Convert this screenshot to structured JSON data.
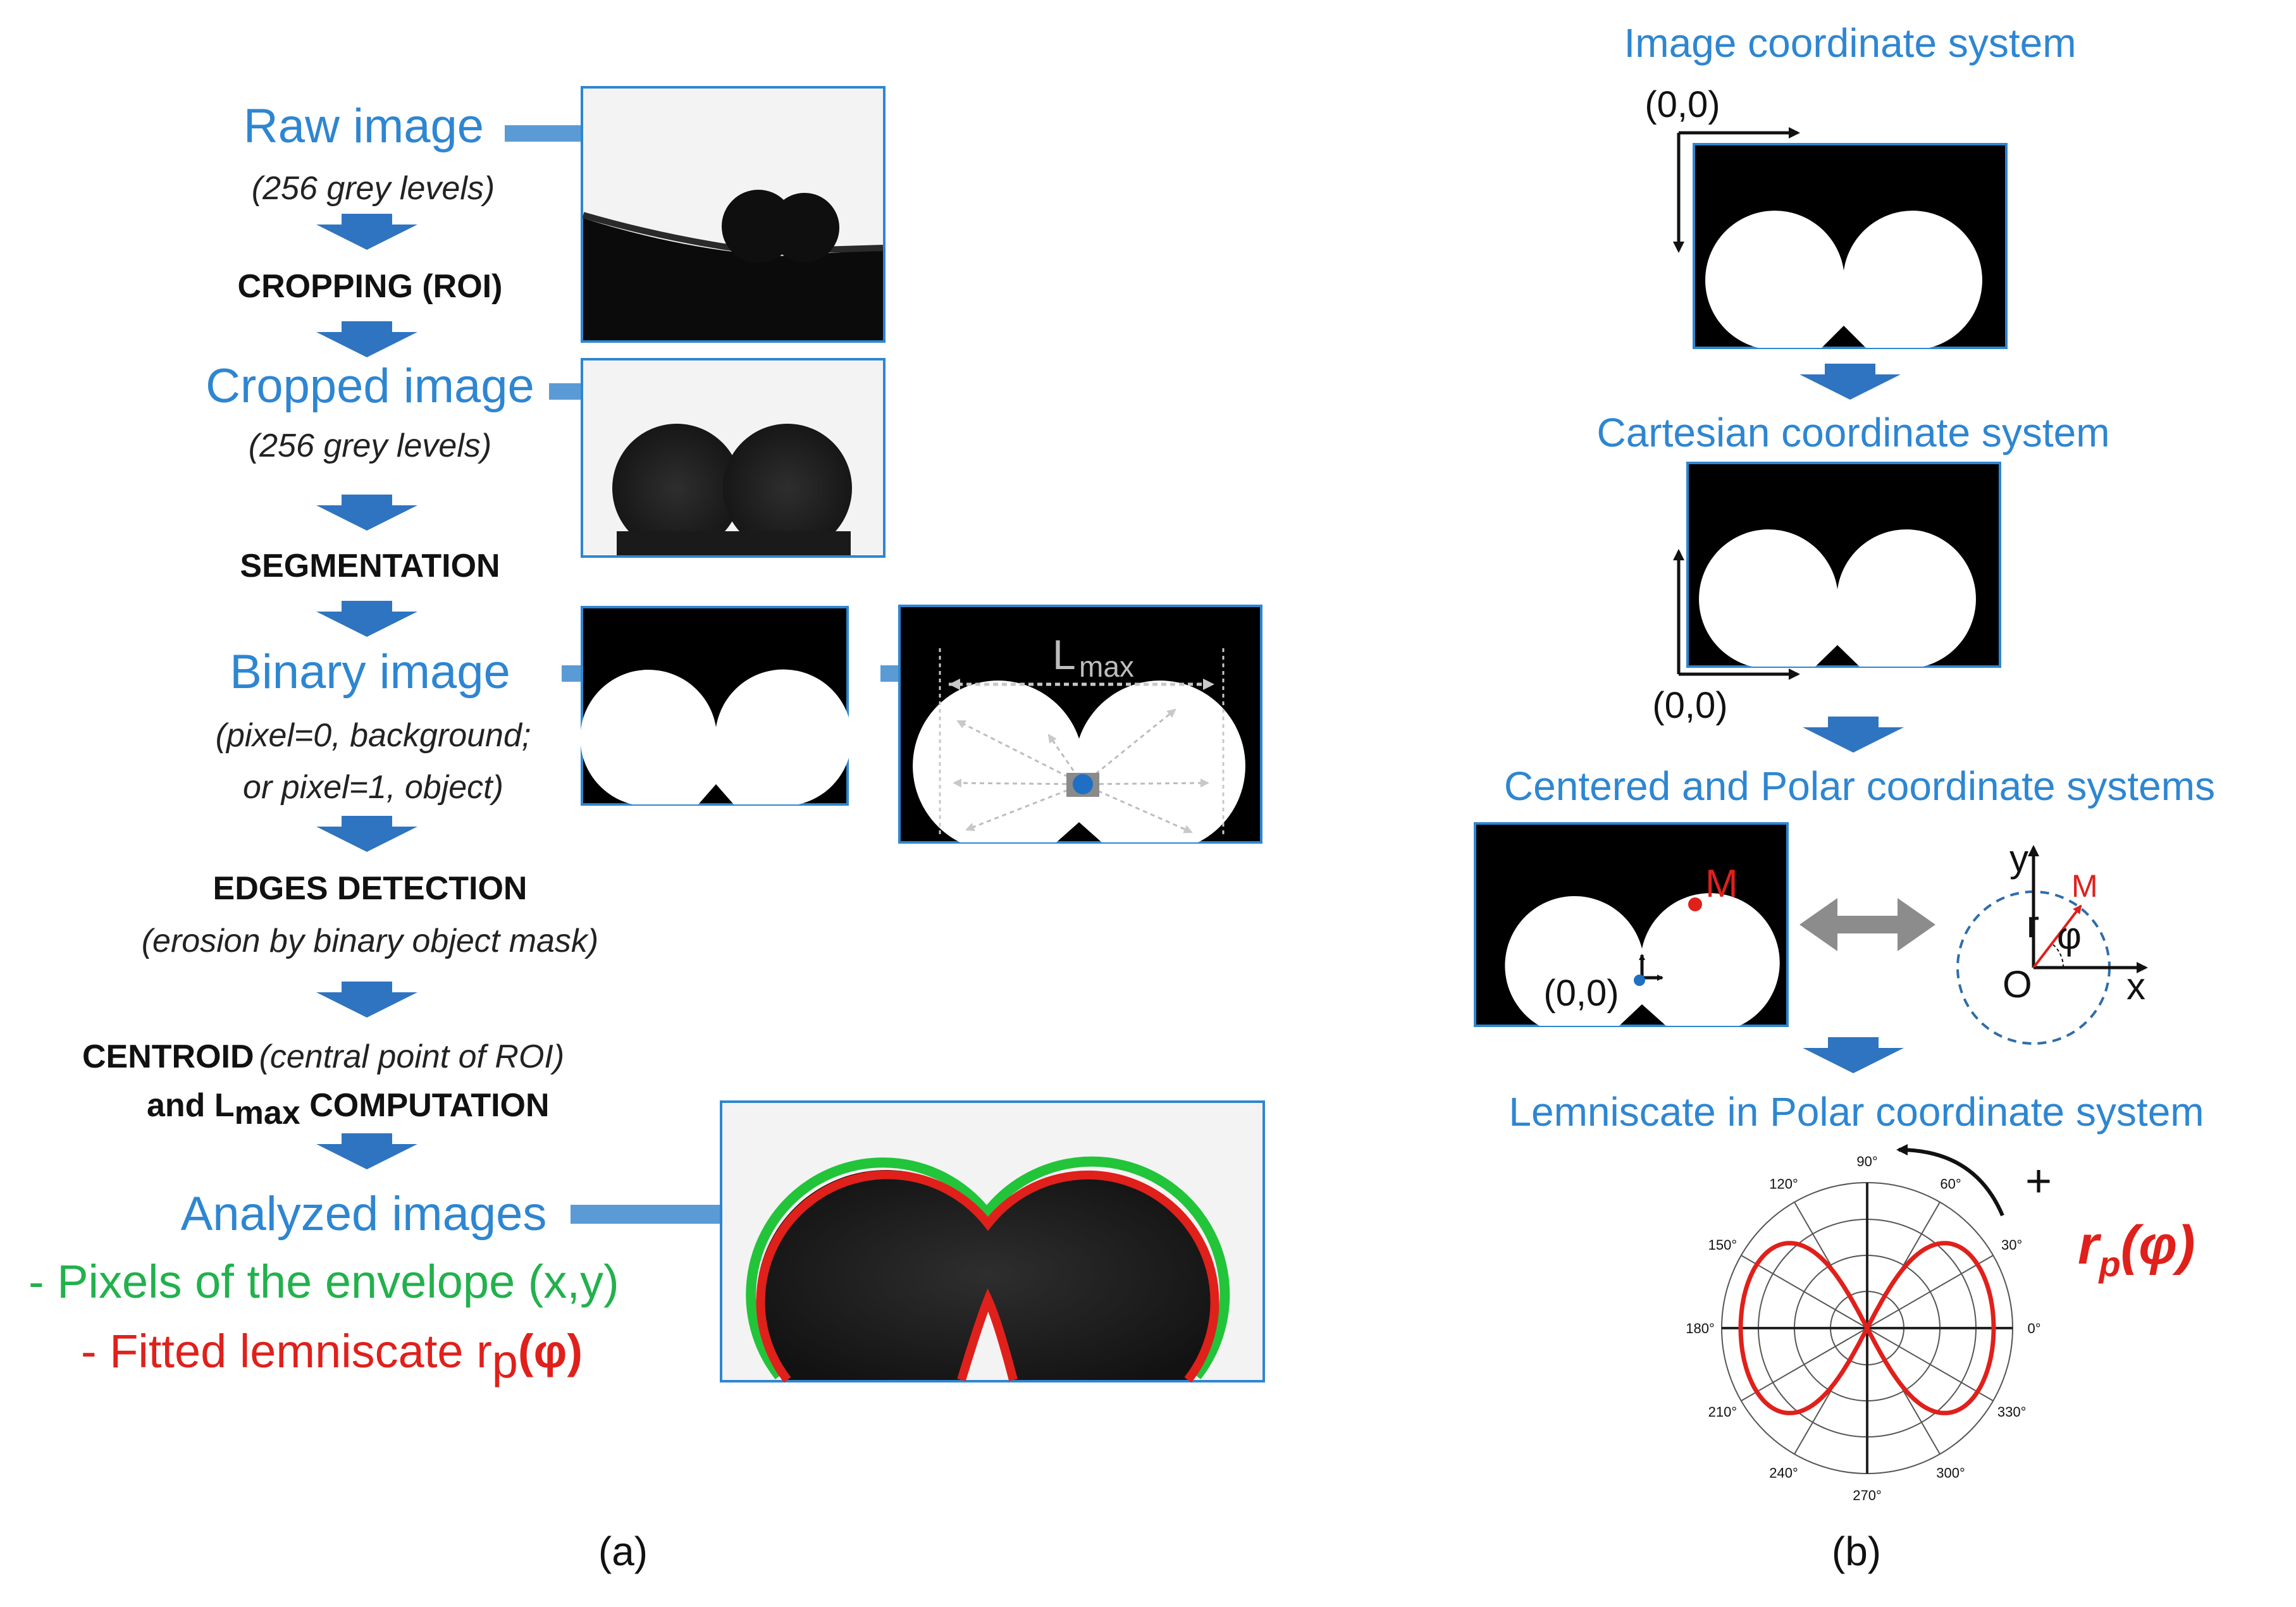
{
  "panel_a": {
    "raw_image": "Raw image",
    "raw_note": "(256 grey levels)",
    "cropping": "CROPPING (ROI)",
    "cropped_image": "Cropped image",
    "cropped_note": "(256 grey levels)",
    "segmentation": "SEGMENTATION",
    "binary_image": "Binary image",
    "binary_note_1": "(pixel=0, background;",
    "binary_note_2": "or pixel=1, object)",
    "lmax_main": "L",
    "lmax_sub": "max",
    "edges": "EDGES DETECTION",
    "edges_note": "(erosion by binary object mask)",
    "centroid": "CENTROID",
    "centroid_note": "(central point of ROI)",
    "and_l": "and L",
    "and_l_sub": "max",
    "computation": " COMPUTATION",
    "analyzed": "Analyzed images",
    "envelope": "- Pixels of the envelope (x,y)",
    "fitted": "- Fitted lemniscate r",
    "fitted_sub": "p",
    "fitted_arg": "(φ)",
    "caption": "(a)"
  },
  "panel_b": {
    "image_coord": "Image coordinate system",
    "origin_top": "(0,0)",
    "cartesian": "Cartesian coordinate system",
    "origin_bottom": "(0,0)",
    "centered": "Centered and Polar coordinate systems",
    "point_m": "M",
    "origin_center": "(0,0)",
    "axis_y": "y",
    "axis_x": "x",
    "label_r": "r",
    "label_phi": "φ",
    "label_o": "O",
    "label_m": "M",
    "lemniscate": "Lemniscate in Polar coordinate system",
    "plus": "+",
    "rp_main": "r",
    "rp_sub": "p",
    "rp_arg": "(φ)",
    "caption": "(b)",
    "polar_angles": [
      "0°",
      "30°",
      "60°",
      "90°",
      "120°",
      "150°",
      "180°",
      "210°",
      "240°",
      "270°",
      "300°",
      "330°"
    ]
  },
  "colors": {
    "blue_text": "#2e86d1",
    "arrow_blue": "#2f74c0",
    "green": "#22b14c",
    "red": "#e0201b"
  }
}
